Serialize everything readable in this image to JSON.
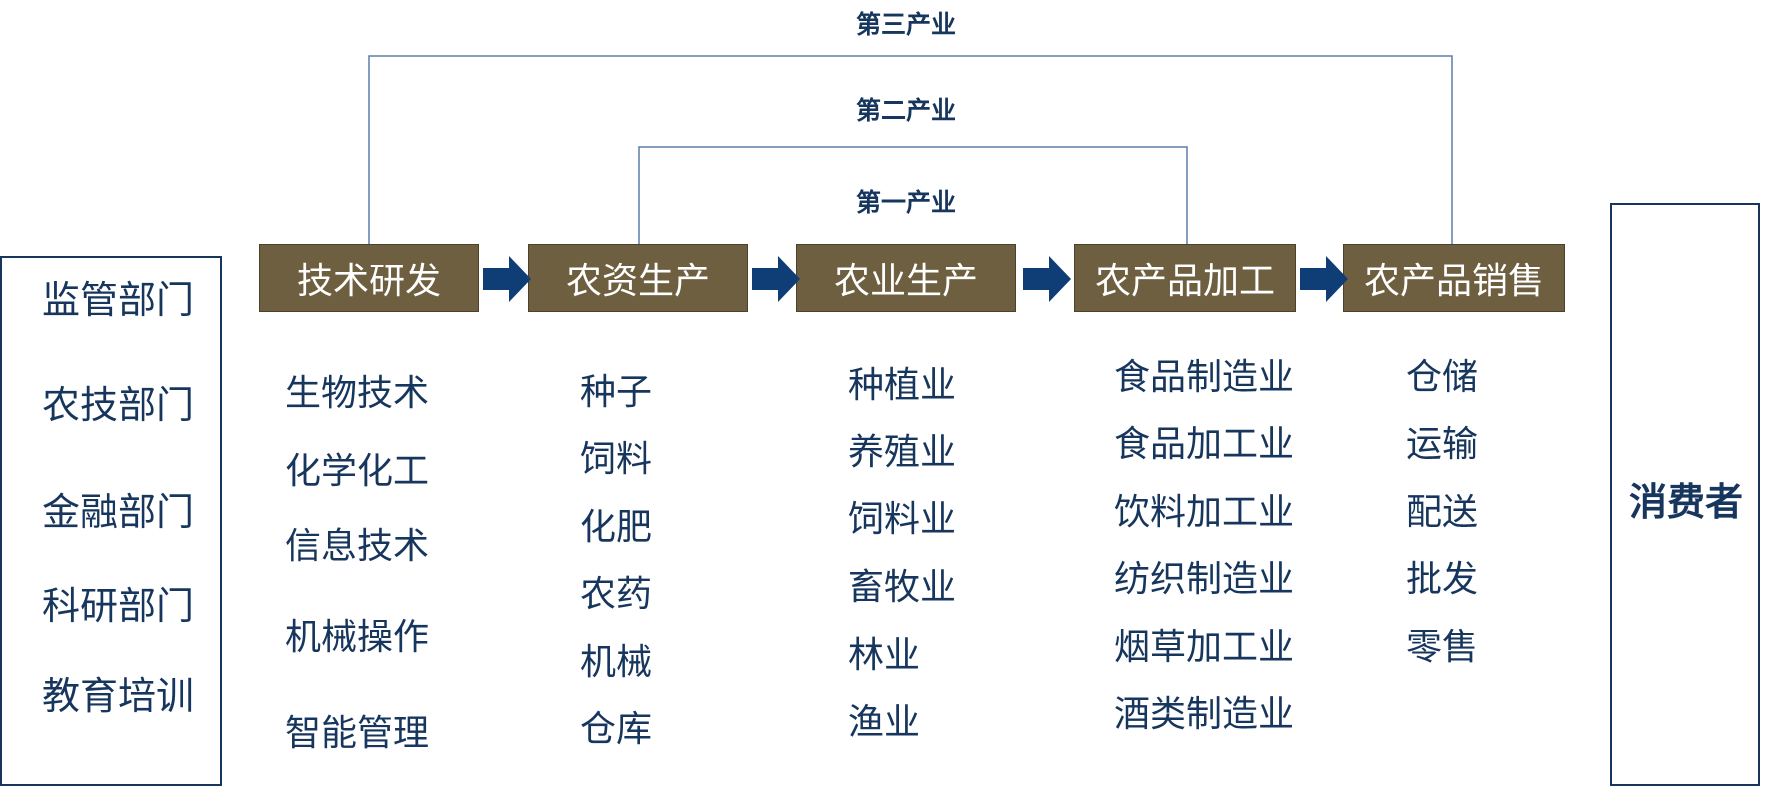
{
  "tiers": {
    "tertiary": "第三产业",
    "secondary": "第二产业",
    "primary": "第一产业"
  },
  "stages": [
    {
      "label": "技术研发"
    },
    {
      "label": "农资生产"
    },
    {
      "label": "农业生产"
    },
    {
      "label": "农产品加工"
    },
    {
      "label": "农产品销售"
    }
  ],
  "columns": {
    "rd": [
      "生物技术",
      "化学化工",
      "信息技术",
      "机械操作",
      "智能管理"
    ],
    "inputs": [
      "种子",
      "饲料",
      "化肥",
      "农药",
      "机械",
      "仓库"
    ],
    "agriculture": [
      "种植业",
      "养殖业",
      "饲料业",
      "畜牧业",
      "林业",
      "渔业"
    ],
    "processing": [
      "食品制造业",
      "食品加工业",
      "饮料加工业",
      "纺织制造业",
      "烟草加工业",
      "酒类制造业"
    ],
    "sales": [
      "仓储",
      "运输",
      "配送",
      "批发",
      "零售"
    ]
  },
  "departments": [
    "监管部门",
    "农技部门",
    "金融部门",
    "科研部门",
    "教育培训"
  ],
  "consumer": "消费者",
  "colors": {
    "text": "#17365d",
    "stage_fill": "#6e5f40",
    "arrow": "#0f3d75",
    "line": "#5a7ea8"
  }
}
